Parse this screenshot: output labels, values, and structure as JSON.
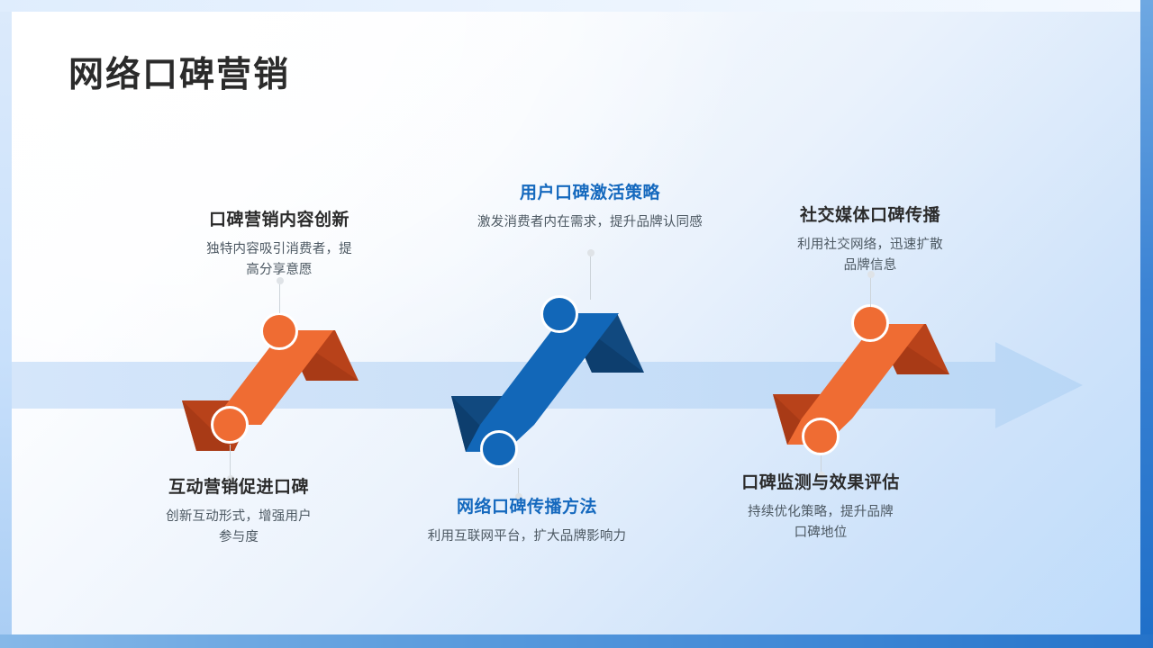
{
  "slide": {
    "title": "网络口碑营销",
    "colors": {
      "orange": "#ef6c33",
      "orange_dark": "#b8421a",
      "blue": "#1267b8",
      "blue_dark": "#11497f",
      "accent_text": "#1569be",
      "arrow_band": "#cfe2f8",
      "heading_text": "#2b2b2b",
      "body_text": "#4c5862"
    }
  },
  "steps": [
    {
      "id": "content-innovation",
      "position": "top",
      "color": "orange",
      "heading": "口碑营销内容创新",
      "description": "独特内容吸引消费者，提\n高分享意愿"
    },
    {
      "id": "interactive-marketing",
      "position": "bottom",
      "color": "orange",
      "heading": "互动营销促进口碑",
      "description": "创新互动形式，增强用户\n参与度"
    },
    {
      "id": "user-activation-strategy",
      "position": "top",
      "color": "blue",
      "heading": "用户口碑激活策略",
      "description": "激发消费者内在需求，提升品牌认同感"
    },
    {
      "id": "spread-methods",
      "position": "bottom",
      "color": "blue",
      "heading": "网络口碑传播方法",
      "description": "利用互联网平台，扩大品牌影响力"
    },
    {
      "id": "social-media-spread",
      "position": "top",
      "color": "orange",
      "heading": "社交媒体口碑传播",
      "description": "利用社交网络，迅速扩散\n品牌信息"
    },
    {
      "id": "monitoring-evaluation",
      "position": "bottom",
      "color": "orange",
      "heading": "口碑监测与效果评估",
      "description": "持续优化策略，提升品牌\n口碑地位"
    }
  ]
}
